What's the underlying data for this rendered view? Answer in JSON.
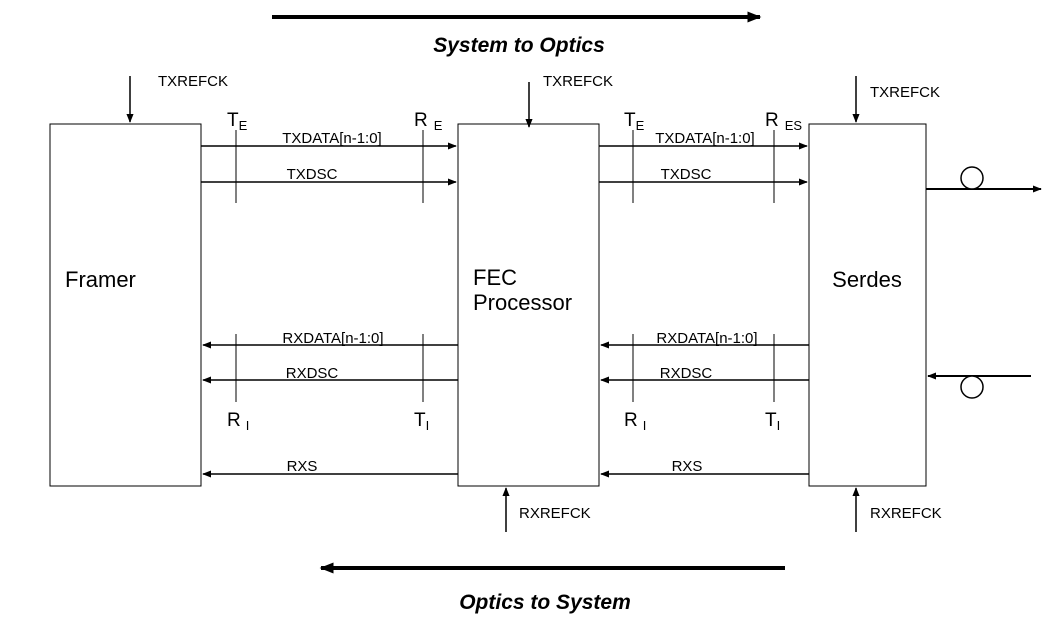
{
  "titles": {
    "top": "System to Optics",
    "bottom": "Optics to System"
  },
  "blocks": {
    "framer": "Framer",
    "fec_line1": "FEC",
    "fec_line2": "Processor",
    "serdes": "Serdes"
  },
  "clocks": {
    "tx_framer": "TXREFCK",
    "tx_fec": "TXREFCK",
    "tx_serdes": "TXREFCK",
    "rx_fec": "RXREFCK",
    "rx_serdes": "RXREFCK"
  },
  "signals": {
    "txdata_left": "TXDATA[n-1:0]",
    "txdsc_left": "TXDSC",
    "txdata_right": "TXDATA[n-1:0]",
    "txdsc_right": "TXDSC",
    "rxdata_left": "RXDATA[n-1:0]",
    "rxdsc_left": "RXDSC",
    "rxdata_right": "RXDATA[n-1:0]",
    "rxdsc_right": "RXDSC",
    "rxs_left": "RXS",
    "rxs_right": "RXS"
  },
  "timing_points": {
    "te_left": {
      "main": "T",
      "sub": "E"
    },
    "re_left": {
      "main": "R",
      "sub": "E"
    },
    "te_right": {
      "main": "T",
      "sub": "E"
    },
    "res_right": {
      "main": "R",
      "sub": "ES"
    },
    "ri_left": {
      "main": "R",
      "sub": "I"
    },
    "ti_left": {
      "main": "T",
      "sub": "I"
    },
    "ri_right": {
      "main": "R",
      "sub": "I"
    },
    "ti_right": {
      "main": "T",
      "sub": "I"
    }
  }
}
